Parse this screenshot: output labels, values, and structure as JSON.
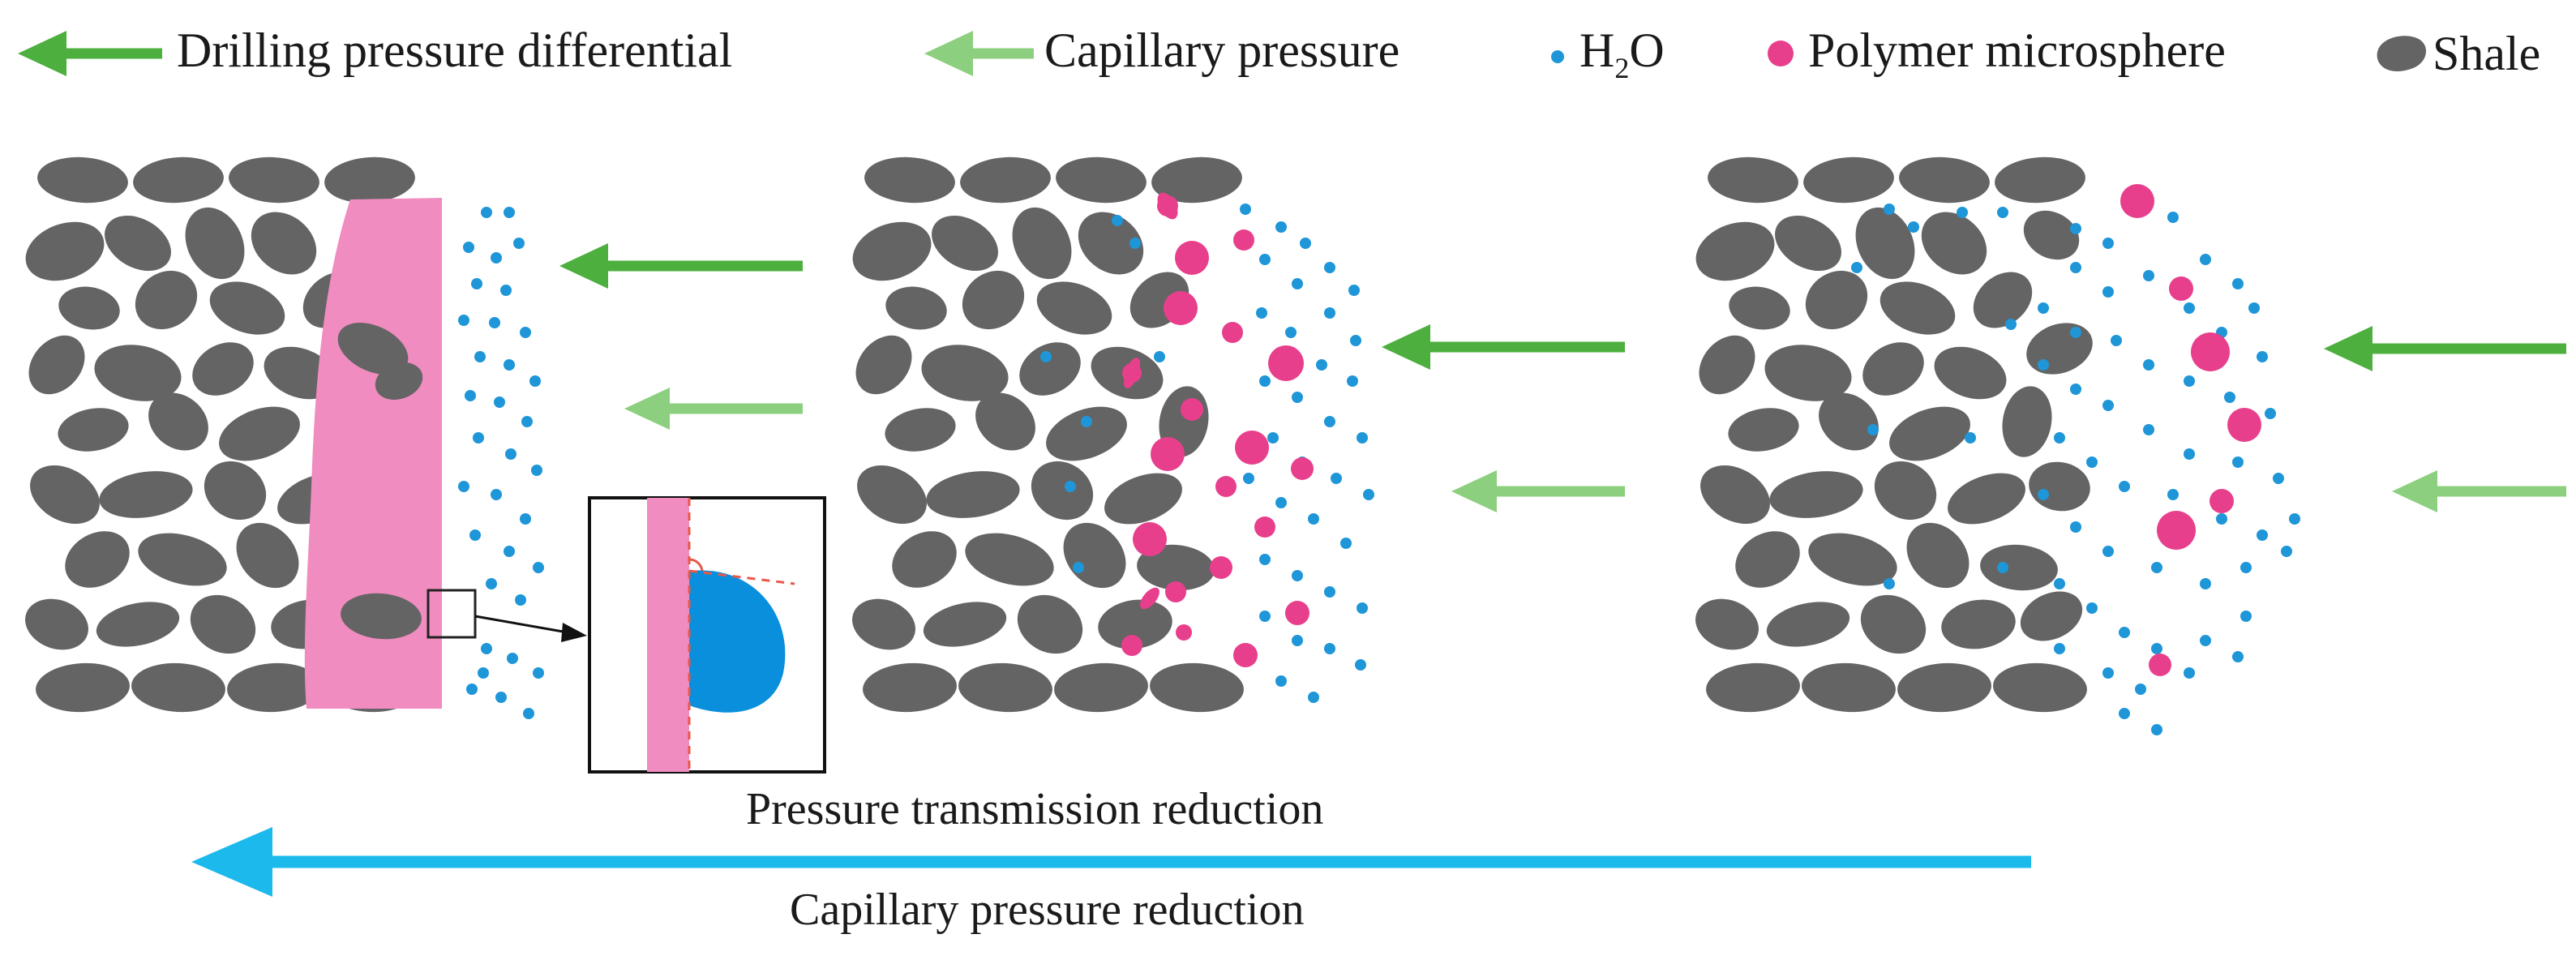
{
  "legend": {
    "drilling": "Drilling pressure differential",
    "capillary": "Capillary pressure",
    "h2o_main": "H",
    "h2o_sub": "2",
    "h2o_tail": "O",
    "microsphere": "Polymer microsphere",
    "shale": "Shale"
  },
  "bottom": {
    "transmission": "Pressure transmission reduction",
    "capillary_reduction": "Capillary pressure reduction"
  },
  "colors": {
    "shale": "#646464",
    "water": "#1e96d8",
    "microsphere": "#e83f8c",
    "film": "#f08cbf",
    "drilling_arrow": "#4caf3e",
    "capillary_arrow": "#8ccf7e",
    "reduction_arrow": "#1cb9ec",
    "inset_blob": "#0a8fdc",
    "inset_line": "#e8584a"
  },
  "icons": {
    "drilling": "dark-green-arrow-left-icon",
    "capillary": "light-green-arrow-left-icon",
    "water": "blue-dot-icon",
    "microsphere": "pink-circle-icon",
    "shale": "gray-pebble-icon"
  }
}
